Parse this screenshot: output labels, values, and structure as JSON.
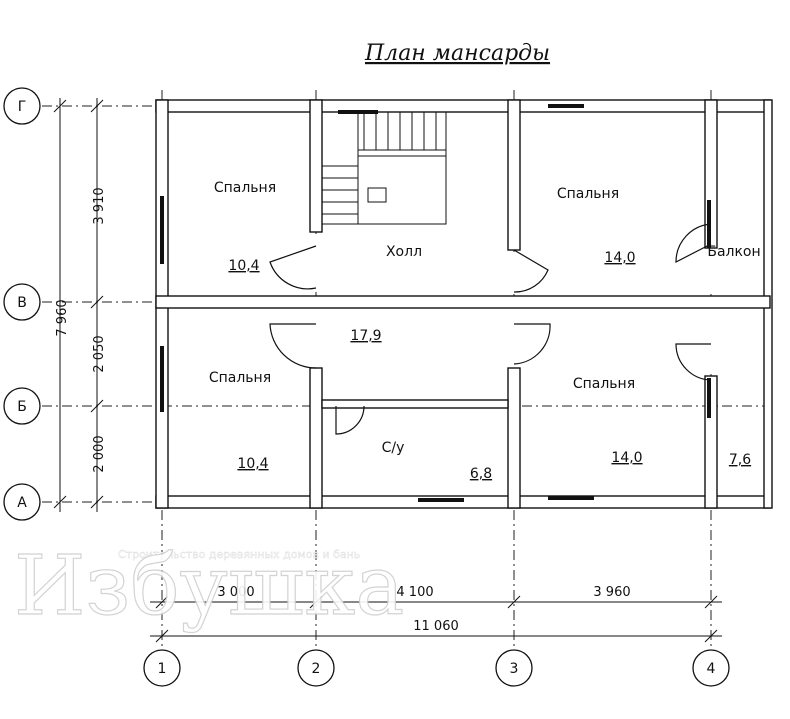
{
  "title": "План мансарды",
  "rows": [
    "Г",
    "В",
    "Б",
    "А"
  ],
  "columns": [
    "1",
    "2",
    "3",
    "4"
  ],
  "rooms": [
    {
      "name": "Спальня",
      "area": "10,4"
    },
    {
      "name": "Холл",
      "area": "17,9"
    },
    {
      "name": "Спальня",
      "area": "14,0"
    },
    {
      "name": "Балкон",
      "area": "7,6"
    },
    {
      "name": "Спальня",
      "area": "10,4"
    },
    {
      "name": "С/у",
      "area": "6,8"
    },
    {
      "name": "Спальня",
      "area": "14,0"
    }
  ],
  "dimensions": {
    "vertical": [
      "3 910",
      "2 050",
      "2 000"
    ],
    "vertical_total": "7 960",
    "horizontal": [
      "3 000",
      "4 100",
      "3 960"
    ],
    "horizontal_total": "11 060"
  },
  "watermark": {
    "text": "Избушка",
    "subtitle": "Строительство деревянных домов и бань"
  }
}
